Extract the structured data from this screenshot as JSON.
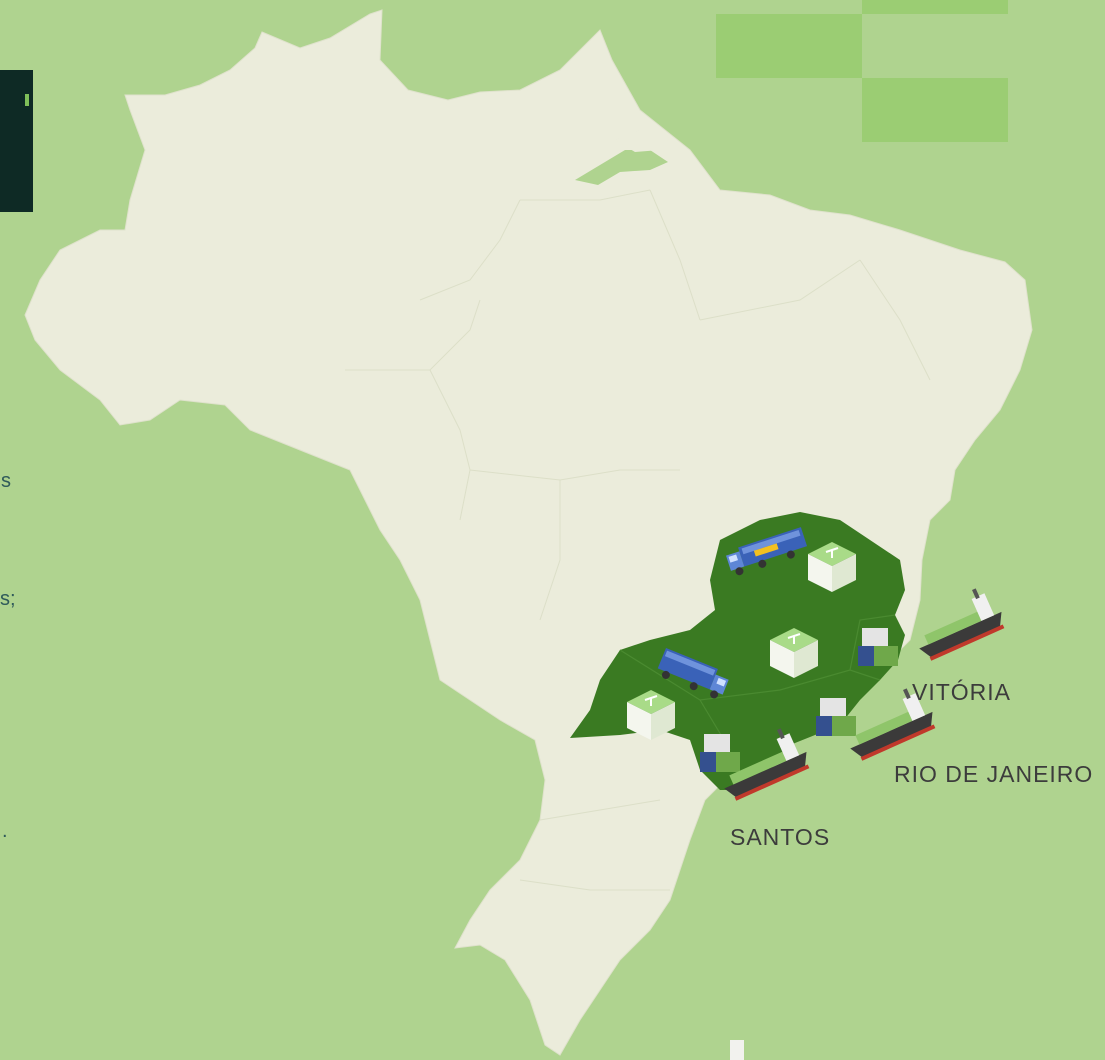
{
  "map": {
    "region": "Brazil",
    "highlight_region": "Southeast / Center",
    "colors": {
      "background": "#afd38f",
      "land": "#ebecdb",
      "highlight": "#3a7a22",
      "dark_panel": "#0e2a25",
      "accent_tiles": "#9bcd73",
      "label": "#3c3c3c"
    },
    "icons": [
      "truck-icon",
      "warehouse-icon",
      "container-stack-icon",
      "cargo-ship-icon"
    ]
  },
  "ports": [
    {
      "name": "VITÓRIA"
    },
    {
      "name": "RIO DE JANEIRO"
    },
    {
      "name": "SANTOS"
    }
  ],
  "edge_fragments": [
    "s",
    "s;",
    "."
  ]
}
